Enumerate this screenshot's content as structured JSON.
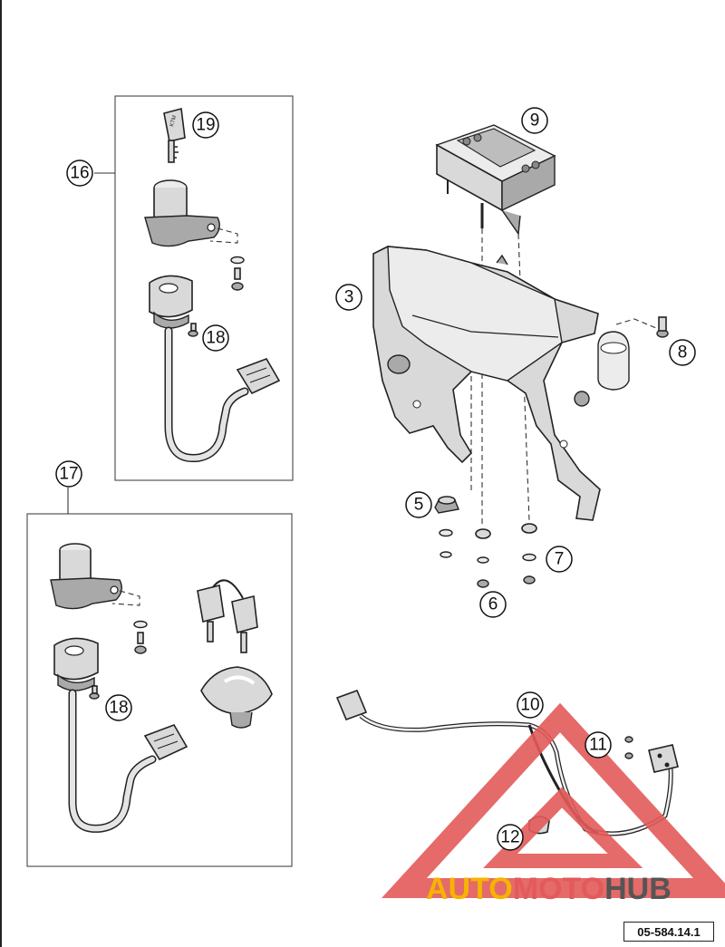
{
  "callouts": [
    {
      "id": "19",
      "label": "19"
    },
    {
      "id": "16",
      "label": "16"
    },
    {
      "id": "18a",
      "label": "18"
    },
    {
      "id": "17",
      "label": "17"
    },
    {
      "id": "18b",
      "label": "18"
    },
    {
      "id": "9",
      "label": "9"
    },
    {
      "id": "3",
      "label": "3"
    },
    {
      "id": "8",
      "label": "8"
    },
    {
      "id": "5",
      "label": "5"
    },
    {
      "id": "7",
      "label": "7"
    },
    {
      "id": "6",
      "label": "6"
    },
    {
      "id": "10",
      "label": "10"
    },
    {
      "id": "11",
      "label": "11"
    },
    {
      "id": "12",
      "label": "12"
    }
  ],
  "reference_code": "05-584.14.1",
  "watermark": {
    "part1": "AUTO",
    "part2": "MOTO",
    "part3": "HUB",
    "colors": {
      "part1": "#f4b400",
      "part2": "#e35a5a",
      "part3": "#555555",
      "triangle": "#e35a5a"
    }
  }
}
